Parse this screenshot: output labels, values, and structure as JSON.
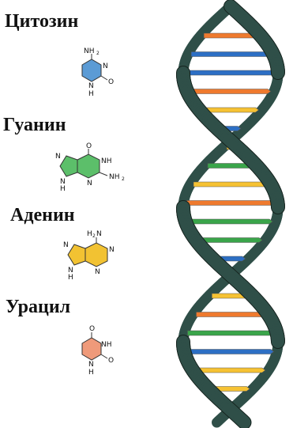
{
  "bases": [
    {
      "name": "Цитозин",
      "color": "#5b9bd5",
      "atoms": {
        "top": "NH",
        "top_sub": "2",
        "ring_n1": "N",
        "ring_n2": "N",
        "ring_h": "H",
        "o": "O"
      }
    },
    {
      "name": "Гуанин",
      "color": "#5cbf6a",
      "atoms": {
        "o": "O",
        "nh": "NH",
        "n1": "N",
        "n2": "N",
        "n3": "N",
        "h": "H",
        "nh2": "NH",
        "nh2_sub": "2"
      }
    },
    {
      "name": "Аденин",
      "color": "#f2c232",
      "atoms": {
        "top": "H",
        "top_sub": "2",
        "top_n": "N",
        "n1": "N",
        "n2": "N",
        "n3": "N",
        "n4": "N",
        "h": "H"
      }
    },
    {
      "name": "Урацил",
      "color": "#ef9a7a",
      "atoms": {
        "o1": "O",
        "nh": "NH",
        "n": "N",
        "h": "H",
        "o2": "O"
      }
    }
  ],
  "colors": {
    "backbone": "#2f4f48",
    "backbone_edge": "#16241f",
    "rung_colors": [
      "orange",
      "blue",
      "yellow",
      "green"
    ]
  }
}
